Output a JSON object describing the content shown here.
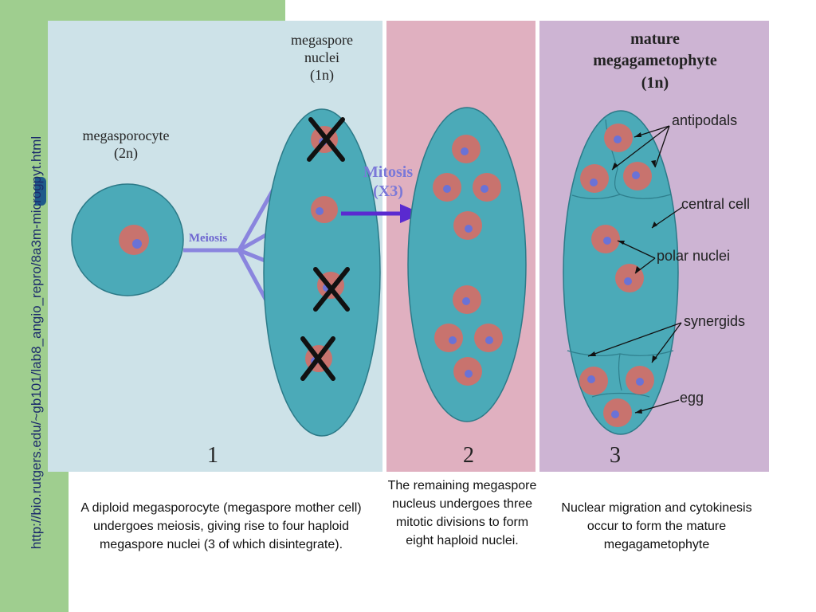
{
  "sidebar": {
    "source_url": "http://bio.rutgers.edu/~gb101/lab8_angio_repro/8a3m-microgpyt.html"
  },
  "diagram": {
    "panel1": {
      "label_megasporocyte": "megasporocyte",
      "label_megasporocyte_ploidy": "(2n)",
      "label_megaspore": "megaspore",
      "label_nuclei": "nuclei",
      "label_nuclei_ploidy": "(1n)",
      "arrow_label": "Meiosis",
      "number": "1"
    },
    "panel2": {
      "arrow_label_1": "Mitosis",
      "arrow_label_2": "(X3)",
      "number": "2"
    },
    "panel3": {
      "title_1": "mature",
      "title_2": "megagametophyte",
      "title_3": "(1n)",
      "label_antipodals": "antipodals",
      "label_central_cell": "central cell",
      "label_polar_nuclei": "polar nuclei",
      "label_synergids": "synergids",
      "label_egg": "egg",
      "number": "3"
    },
    "colors": {
      "panel1_bg": "#cde2e8",
      "panel2_bg": "#e0b0c0",
      "panel3_bg": "#cdb4d3",
      "cell_fill": "#4baab8",
      "nucleus_fill": "#c8736e",
      "nucleolus_fill": "#6a72d6",
      "arrow_color": "#8a85de",
      "mitosis_arrow": "#5a2ad0"
    }
  },
  "captions": {
    "caption1": "A diploid megasporocyte (megaspore mother cell) undergoes meiosis, giving rise to four haploid megaspore nuclei (3 of which disintegrate).",
    "caption2": "The remaining megaspore nucleus undergoes three mitotic divisions to form eight haploid nuclei.",
    "caption3": "Nuclear migration and cytokinesis occur to form the mature megagametophyte"
  }
}
